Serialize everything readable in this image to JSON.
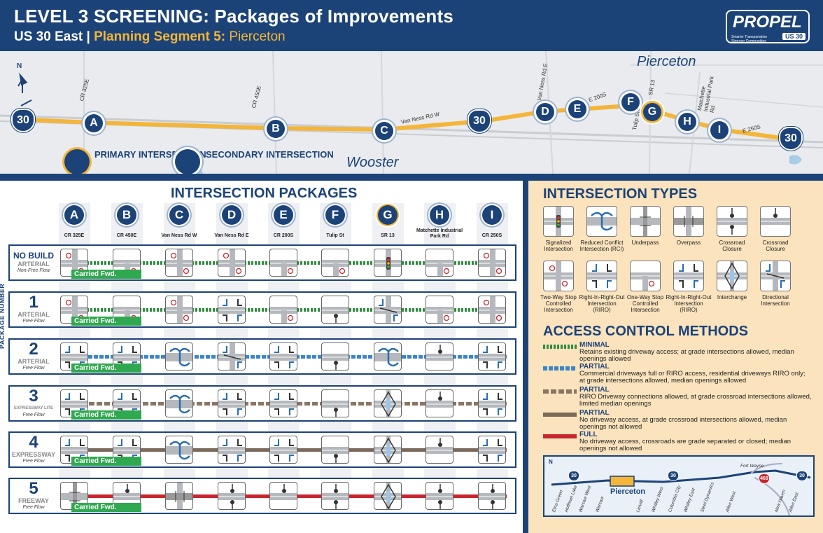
{
  "header": {
    "title": "LEVEL 3 SCREENING: Packages of Improvements",
    "subtitle_prefix": "US 30 East |",
    "subtitle_segment": "Planning Segment 5:",
    "subtitle_place": "Pierceton",
    "logo_text": "PROPEL",
    "logo_tagline": "Smarter Transportation Stronger Communities",
    "logo_route": "US 30"
  },
  "map": {
    "compass": "N",
    "towns": [
      "Pierceton",
      "Wooster"
    ],
    "route_shield": "30",
    "road_labels": [
      "CR 325E",
      "CR 450E",
      "Van Ness Rd W",
      "Van Ness Rd E",
      "E 200S",
      "SR 13",
      "Tulip St",
      "Matchette Industrial Park Rd",
      "E 250S"
    ],
    "intersections": [
      "A",
      "B",
      "C",
      "D",
      "E",
      "F",
      "G",
      "H",
      "I"
    ],
    "legend_primary": "PRIMARY INTERSECTION",
    "legend_secondary": "SECONDARY INTERSECTION"
  },
  "packages": {
    "title": "INTERSECTION PACKAGES",
    "vertical_label": "PACKAGE NUMBER",
    "columns": [
      {
        "letter": "A",
        "name": "CR 325E"
      },
      {
        "letter": "B",
        "name": "CR 450E"
      },
      {
        "letter": "C",
        "name": "Van Ness Rd W"
      },
      {
        "letter": "D",
        "name": "Van Ness Rd E"
      },
      {
        "letter": "E",
        "name": "CR 200S"
      },
      {
        "letter": "F",
        "name": "Tulip St"
      },
      {
        "letter": "G",
        "name": "SR 13"
      },
      {
        "letter": "H",
        "name": "Matchette Industrial Park Rd"
      },
      {
        "letter": "I",
        "name": "CR 250S"
      }
    ],
    "rows": [
      {
        "num": "NO BUILD",
        "type": "ARTERIAL",
        "flow": "Non-Free Flow",
        "carried": "Carried Fwd."
      },
      {
        "num": "1",
        "type": "ARTERIAL",
        "flow": "Free Flow",
        "carried": "Carried Fwd."
      },
      {
        "num": "2",
        "type": "ARTERIAL",
        "flow": "Free Flow",
        "carried": "Carried Fwd."
      },
      {
        "num": "3",
        "type": "EXPRESSWAY LITE",
        "flow": "Free Flow",
        "carried": "Carried Fwd."
      },
      {
        "num": "4",
        "type": "EXPRESSWAY",
        "flow": "Free Flow",
        "carried": "Carried Fwd."
      },
      {
        "num": "5",
        "type": "FREEWAY",
        "flow": "Free Flow",
        "carried": "Carried Fwd."
      }
    ]
  },
  "types": {
    "title": "INTERSECTION TYPES",
    "items": [
      "Signalized Intersection",
      "Reduced Conflict Intersection (RCI)",
      "Underpass",
      "Overpass",
      "Crossroad Closure",
      "Crossroad Closure",
      "Two-Way Stop Controlled Intersection",
      "Right-In-Right-Out Intersection (RIRO)",
      "One-Way Stop Controlled Intersection",
      "Right-In-Right-Out Intersection (RIRO)",
      "Interchange",
      "Directional Intersection"
    ]
  },
  "access": {
    "title": "ACCESS CONTROL METHODS",
    "items": [
      {
        "label": "MINIMAL",
        "desc": "Retains existing driveway access; at grade intersections allowed, median openings allowed",
        "color": "#2e8b3e"
      },
      {
        "label": "PARTIAL",
        "desc": "Commercial driveways full or RIRO access, residential driveways RIRO only; at grade intersections allowed, median openings allowed",
        "color": "#3a85c8"
      },
      {
        "label": "PARTIAL",
        "desc": "RIRO Driveway connections allowed, at grade crossroad intersections allowed, limited median openings",
        "color": "#8a7463"
      },
      {
        "label": "PARTIAL",
        "desc": "No driveway access, at grade crossroad intersections allowed, median openings not allowed",
        "color": "#7a6a5c"
      },
      {
        "label": "FULL",
        "desc": "No driveway access, crossroads are grade separated or closed; median openings not allowed",
        "color": "#c8262e"
      }
    ]
  },
  "inset": {
    "compass": "N",
    "highlight": "Pierceton",
    "places": [
      "Etna Green",
      "Hoffman Lake",
      "Warsaw West",
      "Warsaw",
      "Larwill",
      "Whitley West",
      "Columbia City",
      "Whitley East",
      "Steel Dynamics",
      "Allen West",
      "New Haven",
      "Allen East",
      "Fort Wayne"
    ],
    "shields": [
      "30",
      "30",
      "30",
      "469"
    ]
  }
}
